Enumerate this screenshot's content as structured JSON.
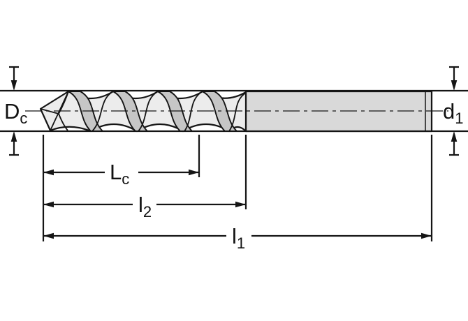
{
  "diagram": {
    "type": "technical_dimension_drawing",
    "subject": "Twist drill side view with diameter and length dimension callouts",
    "labels": {
      "cutting_diameter": {
        "main": "D",
        "sub": "c"
      },
      "shank_diameter": {
        "main": "d",
        "sub": "1"
      },
      "flute_cut_length": {
        "main": "L",
        "sub": "c"
      },
      "length_to_runout": {
        "main": "l",
        "sub": "2"
      },
      "overall_length": {
        "main": "l",
        "sub": "1"
      }
    },
    "colors": {
      "line": "#151515",
      "body_fill": "#ececec",
      "flute_fill": "#c6c6c6",
      "shank_fill": "#d9d9d9",
      "background": "#ffffff"
    }
  }
}
